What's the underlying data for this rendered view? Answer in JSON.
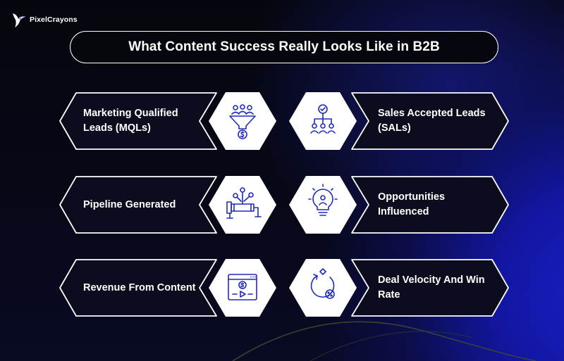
{
  "brand": {
    "name": "PixelCrayons"
  },
  "title": "What Content Success Really Looks Like in B2B",
  "metrics": [
    {
      "label": "Marketing Qualified Leads (MQLs)",
      "icon": "funnel-people-dollar-icon"
    },
    {
      "label": "Sales Accepted Leads (SALs)",
      "icon": "org-hierarchy-check-icon"
    },
    {
      "label": "Pipeline Generated",
      "icon": "pipeline-icon"
    },
    {
      "label": "Opportunities Influenced",
      "icon": "lightbulb-person-icon"
    },
    {
      "label": "Revenue From Content",
      "icon": "browser-dollar-video-icon"
    },
    {
      "label": "Deal Velocity And Win Rate",
      "icon": "circular-arrows-percent-icon"
    }
  ],
  "colors": {
    "background": "#05060d",
    "accent": "#1a1fc9",
    "card": "#0b0d1e",
    "border": "#ffffff",
    "icon": "#1f2ab8",
    "hexagon": "#ffffff"
  }
}
